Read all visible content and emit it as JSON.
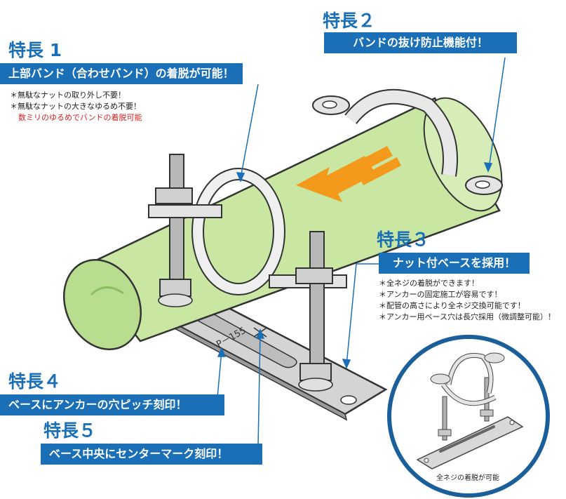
{
  "features": [
    {
      "title": "特長 1",
      "banner": "上部バンド（合わせバンド）の着脱が可能！",
      "bullets": [
        "＊無駄なナットの取り外し不要！",
        "＊無駄なナットの大きなゆるめ不要！"
      ],
      "note": "数ミリのゆるめでバンドの着脱可能"
    },
    {
      "title": "特長２",
      "banner": "バンドの抜け防止機能付！"
    },
    {
      "title": "特長３",
      "banner": "ナット付ベースを採用！",
      "bullets": [
        "＊全ネジの着脱ができます！",
        "＊アンカーの固定施工が容易です！",
        "＊配管の高さにより全ネジ交換可能です！",
        "＊アンカー用ベース穴は長穴採用（微調整可能）！"
      ]
    },
    {
      "title": "特長４",
      "banner": "ベースにアンカーの穴ピッチ刻印！"
    },
    {
      "title": "特長５",
      "banner": "ベース中央にセンターマーク刻印！"
    }
  ],
  "base_marking": "P－155",
  "inset_caption": "全ネジの着脱が可能",
  "colors": {
    "accent_blue": "#1a6fb6",
    "pipe_green": "#c9e7a3",
    "arrow_orange": "#f39a1c",
    "note_red": "#d22222"
  }
}
